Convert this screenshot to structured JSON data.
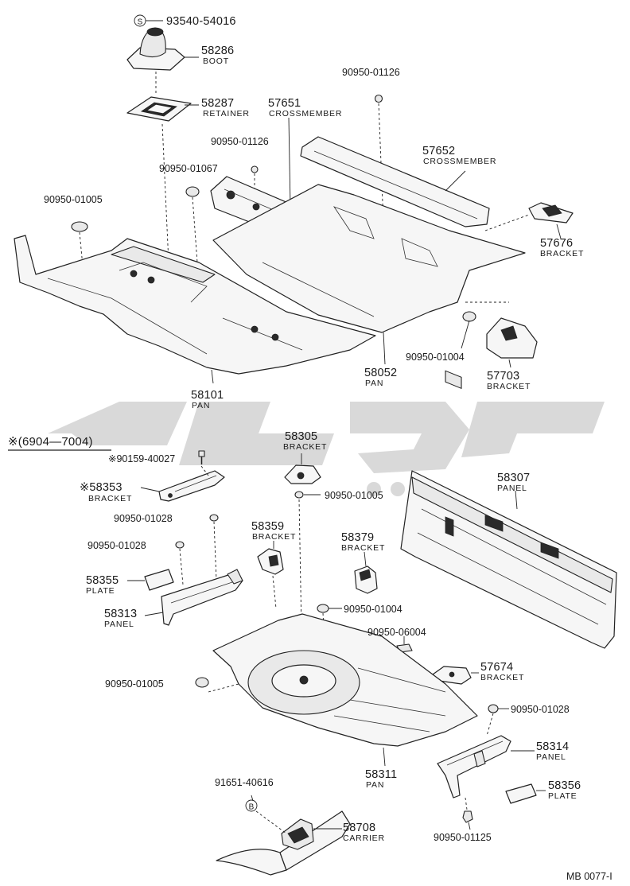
{
  "code_header": {
    "marker": "S",
    "number": "93540-54016"
  },
  "upper_section": {
    "parts": [
      {
        "id": "boot",
        "number": "58286",
        "name": "BOOT"
      },
      {
        "id": "retainer",
        "number": "58287",
        "name": "RETAINER"
      },
      {
        "id": "crossmember-57651",
        "number": "57651",
        "name": "CROSSMEMBER"
      },
      {
        "id": "crossmember-57652",
        "number": "57652",
        "name": "CROSSMEMBER"
      },
      {
        "id": "bracket-57676",
        "number": "57676",
        "name": "BRACKET"
      },
      {
        "id": "pan-58052",
        "number": "58052",
        "name": "PAN"
      },
      {
        "id": "bracket-57703",
        "number": "57703",
        "name": "BRACKET"
      },
      {
        "id": "pan-58101",
        "number": "58101",
        "name": "PAN"
      }
    ],
    "plugs": [
      "90950-01126",
      "90950-01126",
      "90950-01067",
      "90950-01005",
      "90950-01004"
    ]
  },
  "lower_section": {
    "period_note": "※(6904—7004)",
    "bolt_note": "※90159-40027",
    "parts": [
      {
        "id": "bracket-58305",
        "number": "58305",
        "name": "BRACKET"
      },
      {
        "id": "bracket-58353",
        "number": "※58353",
        "name": "BRACKET"
      },
      {
        "id": "panel-58307",
        "number": "58307",
        "name": "PANEL"
      },
      {
        "id": "bracket-58359",
        "number": "58359",
        "name": "BRACKET"
      },
      {
        "id": "bracket-58379",
        "number": "58379",
        "name": "BRACKET"
      },
      {
        "id": "plate-58355",
        "number": "58355",
        "name": "PLATE"
      },
      {
        "id": "panel-58313",
        "number": "58313",
        "name": "PANEL"
      },
      {
        "id": "bracket-57674",
        "number": "57674",
        "name": "BRACKET"
      },
      {
        "id": "pan-58311",
        "number": "58311",
        "name": "PAN"
      },
      {
        "id": "panel-58314",
        "number": "58314",
        "name": "PANEL"
      },
      {
        "id": "plate-58356",
        "number": "58356",
        "name": "PLATE"
      },
      {
        "id": "carrier-58708",
        "number": "58708",
        "name": "CARRIER"
      }
    ],
    "plugs": [
      "90950-01005",
      "90950-01028",
      "90950-01028",
      "90950-01004",
      "90950-06004",
      "90950-01005",
      "90950-01028",
      "90950-01125"
    ],
    "carrier_bolt": {
      "number": "91651-40616",
      "marker": "B"
    }
  },
  "figure_code": "MB 0077-I",
  "colors": {
    "ink": "#1a1a1a",
    "paper": "#ffffff",
    "watermark": "#b9b9b9"
  }
}
